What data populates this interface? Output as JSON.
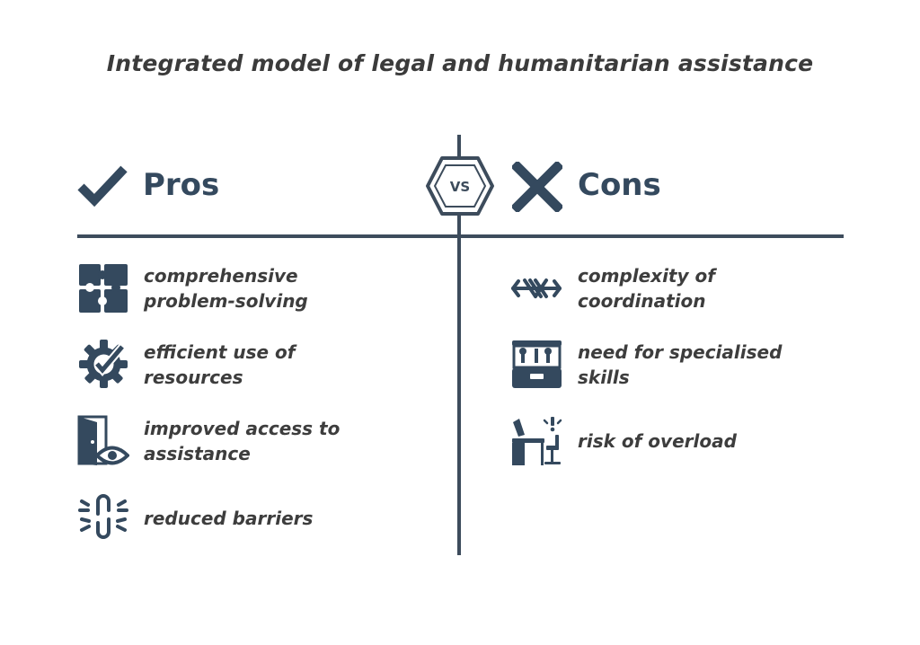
{
  "title": "Integrated model of legal and humanitarian assistance",
  "vs_label": "VS",
  "colors": {
    "accent": "#34495e",
    "text": "#3d3d3d",
    "background": "#ffffff"
  },
  "pros": {
    "label": "Pros",
    "icon": "check-icon",
    "items": [
      {
        "text": "comprehensive\nproblem-solving",
        "icon": "puzzle-icon"
      },
      {
        "text": "efficient use of\nresources",
        "icon": "gear-check-icon"
      },
      {
        "text": "improved access to\nassistance",
        "icon": "door-eye-icon"
      },
      {
        "text": "reduced barriers",
        "icon": "broken-link-icon"
      }
    ]
  },
  "cons": {
    "label": "Cons",
    "icon": "cross-icon",
    "items": [
      {
        "text": "complexity of\ncoordination",
        "icon": "tangled-arrows-icon"
      },
      {
        "text": "need for specialised\nskills",
        "icon": "toolbox-icon"
      },
      {
        "text": "risk of overload",
        "icon": "desk-alert-icon"
      }
    ]
  }
}
